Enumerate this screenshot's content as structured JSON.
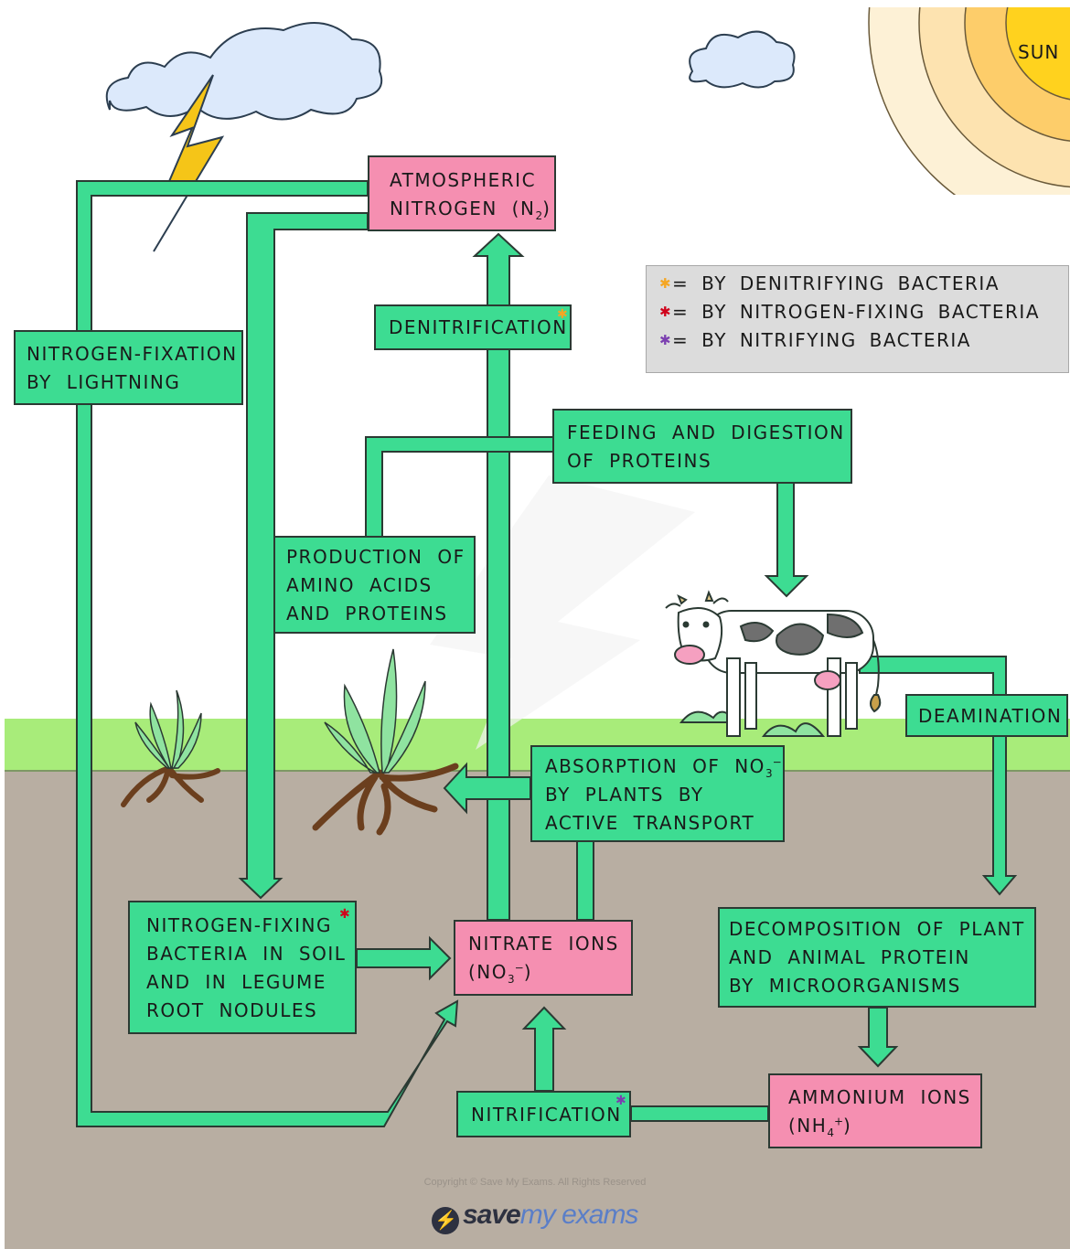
{
  "sun_label": "SUN",
  "boxes": {
    "atmospheric_nitrogen": [
      "ATMOSPHERIC",
      "NITROGEN (N",
      "2",
      ")"
    ],
    "denitrification": "DENITRIFICATION",
    "fixation_lightning": [
      "NITROGEN-FIXATION",
      "BY LIGHTNING"
    ],
    "feeding": [
      "FEEDING AND DIGESTION",
      "OF PROTEINS"
    ],
    "production": [
      "PRODUCTION OF",
      "AMINO ACIDS",
      "AND PROTEINS"
    ],
    "deamination": "DEAMINATION",
    "absorption": [
      "ABSORPTION OF NO",
      "3",
      "−",
      "BY PLANTS BY",
      "ACTIVE TRANSPORT"
    ],
    "fixing_bacteria": [
      "NITROGEN-FIXING",
      "BACTERIA IN SOIL",
      "AND IN LEGUME",
      "ROOT NODULES"
    ],
    "nitrate_ions": [
      "NITRATE IONS",
      "(NO",
      "3",
      "−",
      ")"
    ],
    "decomposition": [
      "DECOMPOSITION OF PLANT",
      "AND ANIMAL PROTEIN",
      "BY MICROORGANISMS"
    ],
    "nitrification": "NITRIFICATION",
    "ammonium_ions": [
      "AMMONIUM IONS",
      "(NH",
      "4",
      "+",
      ")"
    ]
  },
  "legend": [
    {
      "marker": "*",
      "color": "#f5a623",
      "text": "= BY DENITRIFYING BACTERIA"
    },
    {
      "marker": "*",
      "color": "#d0021b",
      "text": "= BY NITROGEN-FIXING BACTERIA"
    },
    {
      "marker": "*",
      "color": "#7b3fb0",
      "text": "= BY NITRIFYING BACTERIA"
    }
  ],
  "colors": {
    "process_box": "#3ddc92",
    "substance_box": "#f58fb1",
    "arrow": "#3ddc92",
    "grass": "#a8ec7a",
    "soil": "#b8aea2",
    "sun": "#ffd21e"
  },
  "footer": {
    "copyright": "Copyright © Save My Exams. All Rights Reserved",
    "brand_a": "save",
    "brand_b": "my exams"
  }
}
